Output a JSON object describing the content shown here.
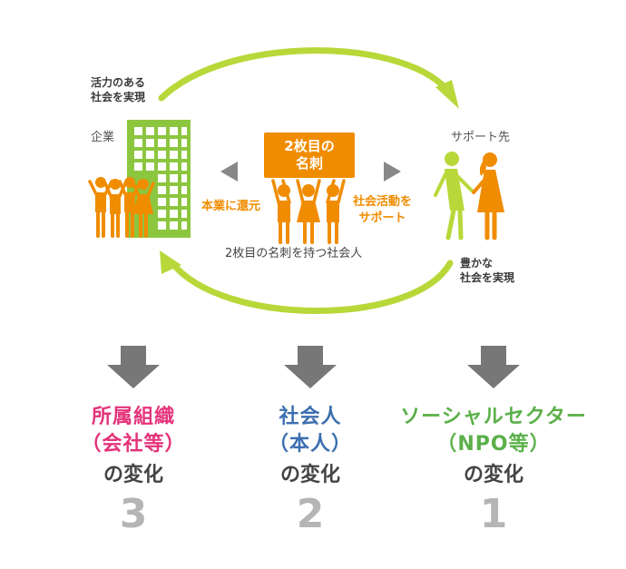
{
  "colors": {
    "orange": "#f08c00",
    "building_green": "#8cc63f",
    "cycle_green": "#b8d83a",
    "arrow_gray": "#777777",
    "magenta": "#e4337a",
    "blue": "#3d6fb0",
    "green": "#5bb04a",
    "number_gray": "#b5b5b5"
  },
  "diagram": {
    "top_left_label": [
      "活力のある",
      "社会を実現"
    ],
    "company_label": "企業",
    "support_label": "サポート先",
    "card_label": [
      "2枚目の",
      "名刺"
    ],
    "return_label": "本業に還元",
    "support_activity_label": [
      "社会活動を",
      "サポート"
    ],
    "center_caption": "2枚目の名刺を持つ社会人",
    "bottom_right_label": [
      "豊かな",
      "社会を実現"
    ]
  },
  "changes": [
    {
      "line1": "所属組織",
      "line2": "（会社等）",
      "line3": "の変化",
      "number": "3",
      "color": "#e4337a"
    },
    {
      "line1": "社会人",
      "line2": "（本人）",
      "line3": "の変化",
      "number": "2",
      "color": "#3d6fb0"
    },
    {
      "line1": "ソーシャルセクター",
      "line2": "（NPO等）",
      "line3": "の変化",
      "number": "1",
      "color": "#5bb04a"
    }
  ]
}
